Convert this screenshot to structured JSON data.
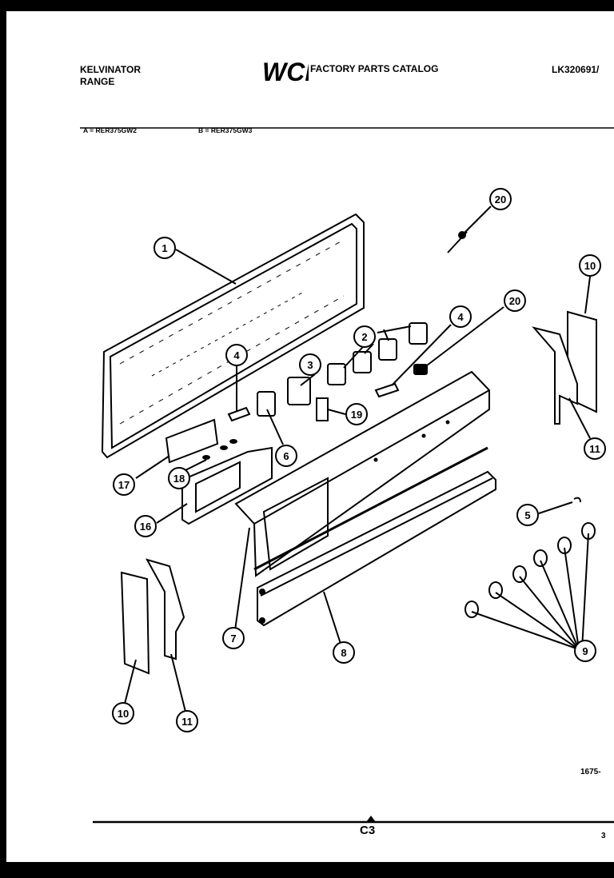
{
  "header": {
    "brand_line1": "KELVINATOR",
    "brand_line2": "RANGE",
    "logo_text": "WCI",
    "catalog_title": "FACTORY PARTS CATALOG",
    "catalog_number": "LK320691/",
    "model_a": "A = RER375GW2",
    "model_b": "B = RER375GW3"
  },
  "footer": {
    "drawing_number": "1675-",
    "page_label": "C3",
    "page_corner": "3"
  },
  "callouts": [
    "1",
    "2",
    "3",
    "4",
    "4",
    "5",
    "6",
    "7",
    "8",
    "9",
    "10",
    "10",
    "11",
    "11",
    "16",
    "17",
    "18",
    "19",
    "20",
    "20"
  ]
}
